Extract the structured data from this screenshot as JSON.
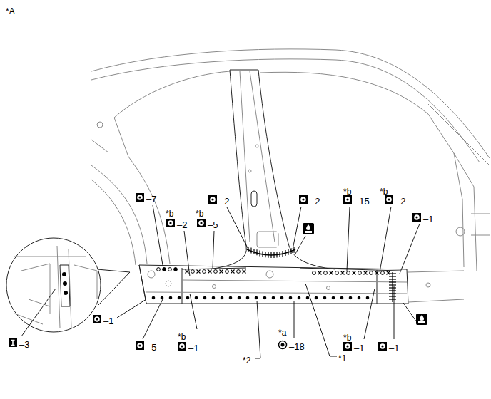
{
  "diagram": {
    "labels": [
      "*A",
      "*b",
      "*b",
      "–7",
      "–2",
      "–2",
      "–15",
      "–2",
      "–1",
      "*b",
      "*b",
      "–2",
      "–5",
      "–1",
      "*a",
      "*b",
      "*b",
      "–5",
      "–1",
      "–18",
      "–1",
      "–1",
      "*2",
      "*1",
      "–3"
    ]
  }
}
